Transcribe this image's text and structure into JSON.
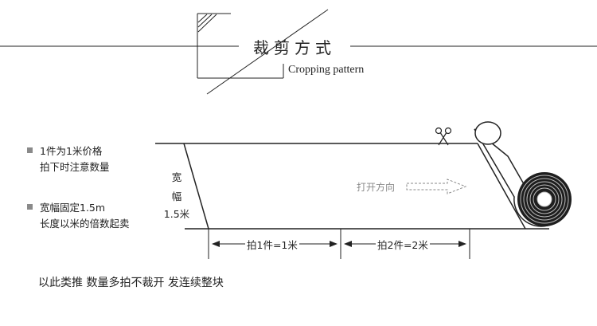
{
  "header": {
    "title_cn": "裁剪方式",
    "title_en": "Cropping pattern"
  },
  "notes": [
    {
      "line1": "1件为1米价格",
      "line2": "拍下时注意数量"
    },
    {
      "line1": "宽幅固定1.5m",
      "line2": "长度以米的倍数起卖"
    }
  ],
  "fabric": {
    "width_label_chars": [
      "宽",
      "幅",
      "1.5米"
    ],
    "direction_label": "打开方向"
  },
  "dimensions": {
    "segment1_label": "拍1件=1米",
    "segment2_label": "拍2件=2米"
  },
  "footer": {
    "text": "以此类推 数量多拍不裁开 发连续整块"
  },
  "colors": {
    "line": "#222222",
    "bullet": "#8a8a8a",
    "direction": "#8a8a8a"
  },
  "icons": [
    "scissors-icon",
    "dashed-arrow-icon",
    "fabric-roll-icon"
  ]
}
